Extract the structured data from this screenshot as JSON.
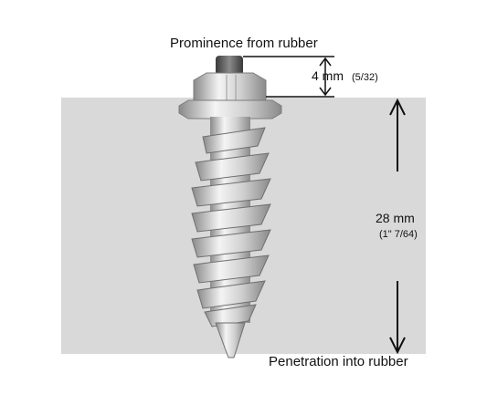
{
  "labels": {
    "prominence": "Prominence from rubber",
    "prominence_mm": "4 mm",
    "prominence_in": "(5/32)",
    "depth_mm": "28 mm",
    "depth_in": "(1\" 7/64)",
    "penetration": "Penetration into rubber"
  },
  "colors": {
    "rubber": "#d9d9d9",
    "metal_light": "#f2f2f2",
    "metal_mid": "#c8c8c8",
    "metal_dark": "#7d7d7d",
    "stud_tip": "#555555",
    "arrow": "#111111"
  }
}
